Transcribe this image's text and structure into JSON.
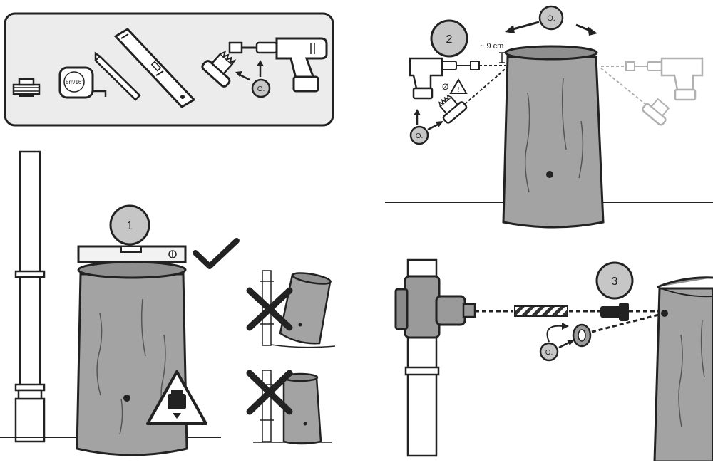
{
  "tools_panel": {
    "tape_measure_label": "5m/16'",
    "items": [
      "twine-roll",
      "tape-measure",
      "pencil",
      "spirit-level",
      "hole-saw",
      "drill"
    ]
  },
  "badges": {
    "optional": "O.",
    "step1": "1",
    "step2": "2",
    "step3": "3"
  },
  "step2": {
    "distance_label": "~ 9 cm",
    "diameter_symbol": "Ø",
    "warning_symbol": "!"
  },
  "colors": {
    "barrel": "#a3a3a3",
    "panel_bg": "#ececec",
    "outline": "#222222",
    "badge": "#c6c6c6",
    "faded": "#cfcfcf"
  }
}
